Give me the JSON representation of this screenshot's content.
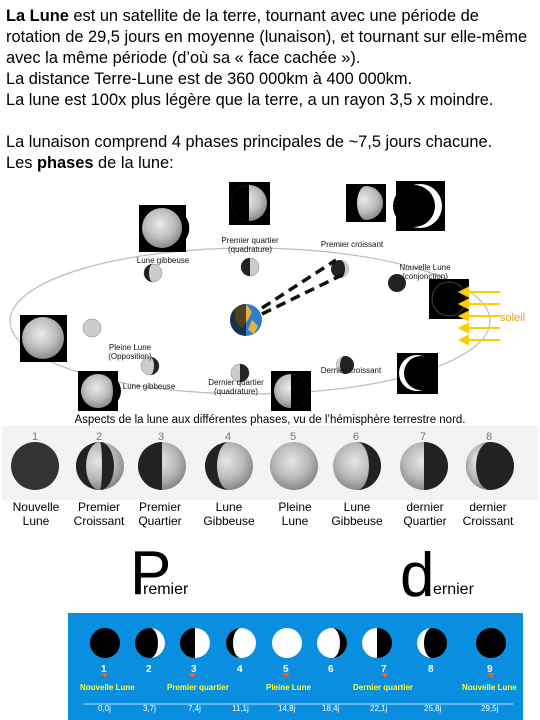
{
  "intro": {
    "moon_bold": "La Lune",
    "p1_rest": " est un satellite de la terre, tournant avec une période de rotation de 29,5 jours en moyenne (lunaison), et tournant sur elle-même avec la même période (d’où sa « face cachée »).",
    "p2": "La distance Terre-Lune est de 360 000km à 400 000km.",
    "p3": "La lune est 100x plus légère que la terre, a un rayon 3,5 x moindre.",
    "p4": "La lunaison comprend 4 phases principales de ~7,5 jours chacune.",
    "p5_a": "Les ",
    "p5_bold": "phases",
    "p5_b": " de la lune:"
  },
  "orbit": {
    "premier_quartier": "Premier quartier\n(quadrature)",
    "premier_croissant": "Premier croissant",
    "nouvelle_lune": "Nouvelle Lune\n(conjonction)",
    "lune_gibbeuse_top": "Lune gibbeuse",
    "pleine_lune": "Pleine Lune\n(Opposition)",
    "lune_gibbeuse_bottom": "Lune gibbeuse",
    "dernier_quartier": "Dernier quartier\n(quadrature)",
    "dernier_croissant": "Dernier croissant",
    "soleil": "soleil"
  },
  "caption": "Aspects de la lune aux différentes phases, vu de l’hémisphère terrestre nord.",
  "photo_numbers": [
    "1",
    "2",
    "3",
    "4",
    "5",
    "6",
    "7",
    "8"
  ],
  "phase_labels": [
    "Nouvelle\nLune",
    "Premier\nCroissant",
    "Premier\nQuartier",
    "Lune\nGibbeuse",
    "Pleine\nLune",
    "Lune\nGibbeuse",
    "dernier\nQuartier",
    "dernier\nCroissant"
  ],
  "mnemonic": {
    "p_letter": "P",
    "p_rest": "remier",
    "d_letter": "d",
    "d_rest": "ernier"
  },
  "strip": {
    "numbers": [
      "1",
      "2",
      "3",
      "4",
      "5",
      "6",
      "7",
      "8",
      "9"
    ],
    "labels": [
      "Nouvelle Lune",
      "Premier quartier",
      "Pleine Lune",
      "Dernier quartier",
      "Nouvelle Lune"
    ],
    "days": [
      "0,0j",
      "3,7j",
      "7,4j",
      "11,1j",
      "14,8j",
      "18,4j",
      "22,1j",
      "25,8j",
      "29,5j"
    ]
  }
}
